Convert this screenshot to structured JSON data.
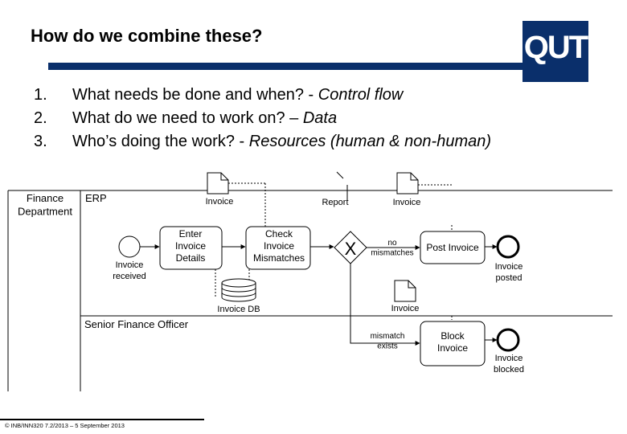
{
  "slide": {
    "title": "How do we combine these?",
    "logo_text": "QUT",
    "points": [
      {
        "number": "1.",
        "text": "What needs be done and when? - ",
        "italic": "Control flow"
      },
      {
        "number": "2.",
        "text": "What do we need to work on? – ",
        "italic": "Data"
      },
      {
        "number": "3.",
        "text": "Who’s doing the work? - ",
        "italic": "Resources (human & non-human)"
      }
    ],
    "footer": "© INB/INN320 7.2/2013 – 5 September 2013"
  },
  "diagram": {
    "pool": "Finance\nDepartment",
    "lane_erp": "ERP",
    "lane_officer": "Senior Finance Officer",
    "start_event": "Invoice\nreceived",
    "task_enter": "Enter\nInvoice\nDetails",
    "task_check": "Check\nInvoice\nMismatches",
    "gateway": "X",
    "flow_no_mismatches": "no\nmismatches",
    "flow_mismatch": "mismatch\nexists",
    "task_post": "Post Invoice",
    "task_block": "Block\nInvoice",
    "end_posted": "Invoice\nposted",
    "end_blocked": "Invoice\nblocked",
    "data_invoice_1": "Invoice",
    "data_report": "Report",
    "data_invoice_2": "Invoice",
    "data_invoice_3": "Invoice",
    "data_store": "Invoice DB"
  },
  "colors": {
    "brand": "#0a2f6b"
  }
}
